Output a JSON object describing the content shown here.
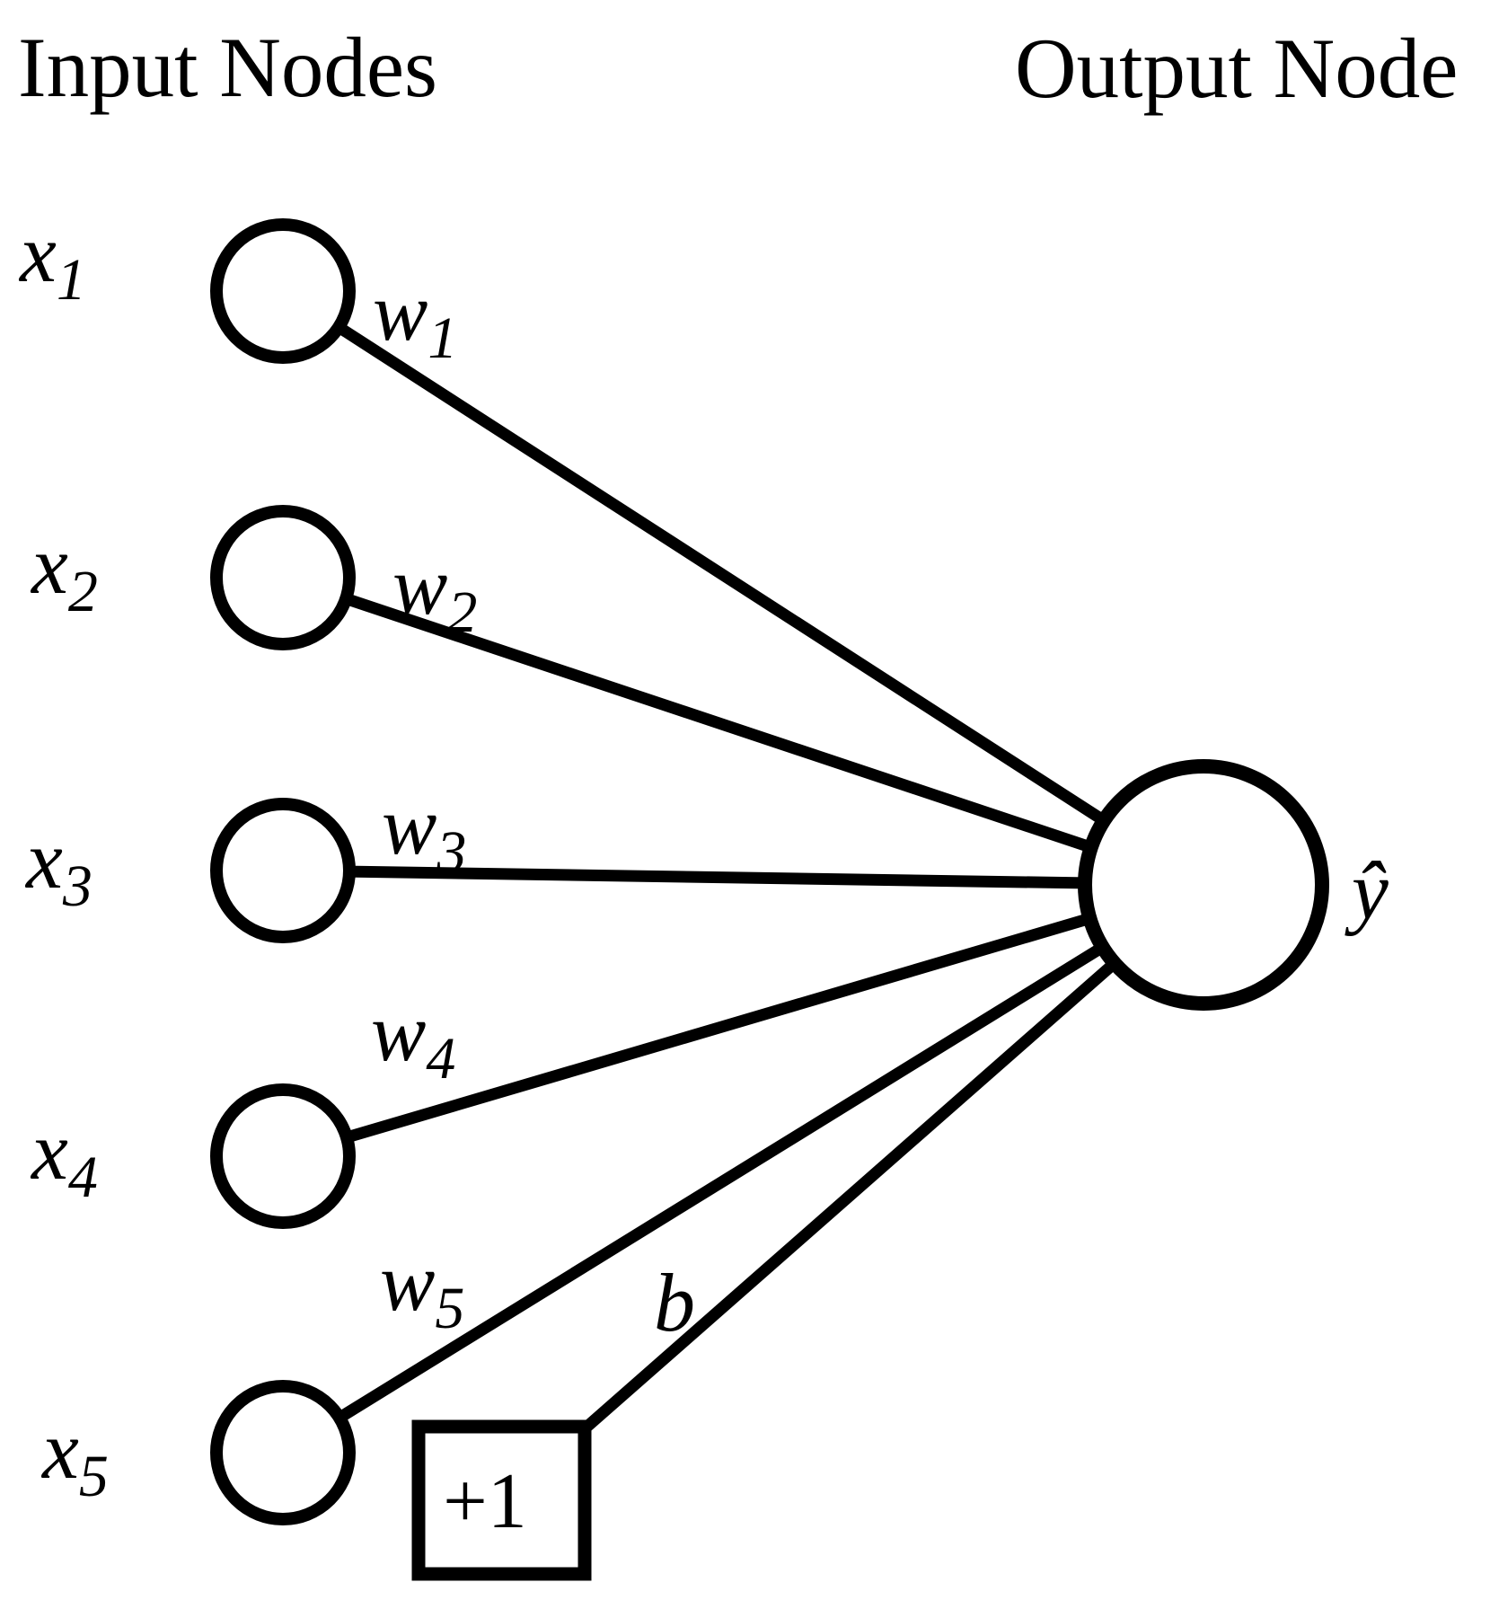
{
  "titles": {
    "input": "Input Nodes",
    "output": "Output Node"
  },
  "inputs": [
    {
      "main": "x",
      "sub": "1"
    },
    {
      "main": "x",
      "sub": "2"
    },
    {
      "main": "x",
      "sub": "3"
    },
    {
      "main": "x",
      "sub": "4"
    },
    {
      "main": "x",
      "sub": "5"
    }
  ],
  "weights": [
    {
      "main": "w",
      "sub": "1"
    },
    {
      "main": "w",
      "sub": "2"
    },
    {
      "main": "w",
      "sub": "3"
    },
    {
      "main": "w",
      "sub": "4"
    },
    {
      "main": "w",
      "sub": "5"
    }
  ],
  "bias": {
    "box_label": "+1",
    "edge_label": "b"
  },
  "output": {
    "label": "ŷ"
  },
  "colors": {
    "ink": "#000000",
    "background": "#ffffff"
  }
}
